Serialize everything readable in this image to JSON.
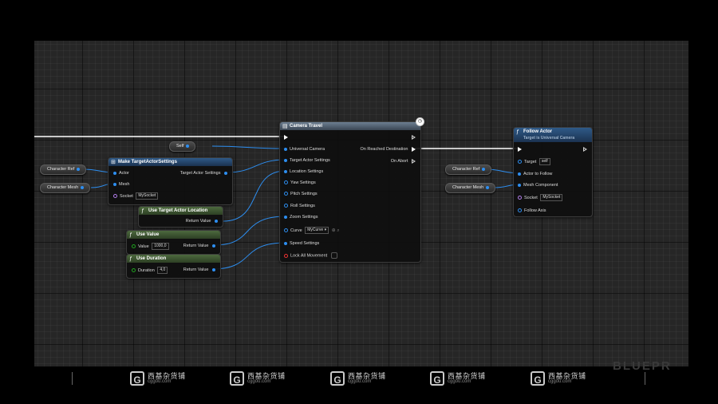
{
  "graph": {
    "nodes": {
      "camera_travel": {
        "title": "Camera Travel",
        "outputs": {
          "reached": "On Reached Destination",
          "abort": "On Abort"
        },
        "inputs": [
          "Universal Camera",
          "Target Actor Settings",
          "Location Settings",
          "Yaw Settings",
          "Pitch Settings",
          "Roll Settings",
          "Zoom Settings",
          "Curve",
          "Speed Settings",
          "Lock All Movement"
        ],
        "curve_value": "MyCurve"
      },
      "follow_actor": {
        "title": "Follow Actor",
        "subtitle": "Target is Universal Camera",
        "target_label": "Target",
        "target_value": "self",
        "actor_label": "Actor to Follow",
        "mesh_label": "Mesh Component",
        "socket_label": "Socket",
        "socket_value": "MySocket",
        "axis_label": "Follow Axis"
      },
      "make_target": {
        "title": "Make TargetActorSettings",
        "actor_label": "Actor",
        "mesh_label": "Mesh",
        "socket_label": "Socket",
        "socket_value": "MySocket",
        "output_label": "Target Actor Settings"
      },
      "use_target_location": {
        "title": "Use Target Actor Location",
        "return_label": "Return Value"
      },
      "use_value": {
        "title": "Use Value",
        "value_label": "Value",
        "value": "1000,0",
        "return_label": "Return Value"
      },
      "use_duration": {
        "title": "Use Duration",
        "duration_label": "Duration",
        "duration": "4,0",
        "return_label": "Return Value"
      }
    },
    "variables": {
      "self": "Self",
      "character_ref_left": "Character Ref",
      "character_mesh_left": "Character Mesh",
      "character_ref_right": "Character Ref",
      "character_mesh_right": "Character Mesh"
    }
  },
  "watermark": {
    "brand": "西基杂货铺",
    "url": "cggou.com",
    "logo": "G",
    "ghost_text": "BLUEPR"
  },
  "colors": {
    "graph_bg": "#262626",
    "object_pin": "#2d8ef0",
    "float_pin": "#1fa21f",
    "name_pin": "#b27dea",
    "bool_pin": "#e33333",
    "exec_wire": "#ffffff"
  },
  "icons": [
    "clock-icon",
    "function-icon",
    "struct-icon",
    "exec-pin-icon",
    "magnifier-icon",
    "dropdown-icon"
  ]
}
